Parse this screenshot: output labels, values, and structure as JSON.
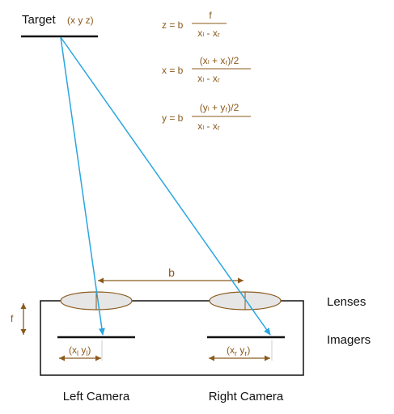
{
  "target": {
    "label": "Target",
    "coords": "(x y z)"
  },
  "baseline_label": "b",
  "focal_label": "f",
  "lenses_label": "Lenses",
  "imagers_label": "Imagers",
  "left_camera_label": "Left Camera",
  "right_camera_label": "Right Camera",
  "left_point": {
    "x": "l",
    "y": "l"
  },
  "right_point": {
    "x": "r",
    "y": "r"
  },
  "equations": {
    "z": {
      "lhs": "z = b",
      "num": "f",
      "den": "xₗ - xᵣ"
    },
    "x": {
      "lhs": "x = b",
      "num": "(xₗ + xᵣ)/2",
      "den": "xₗ - xᵣ"
    },
    "y": {
      "lhs": "y = b",
      "num": "(yₗ + yᵣ)/2",
      "den": "xₗ - xᵣ"
    }
  },
  "colors": {
    "ray": "#29a6e0",
    "dimension": "#8a5a1c",
    "ink": "#111111",
    "lens_fill": "#e6e6e6",
    "lens_stroke": "#8a5a1c"
  }
}
